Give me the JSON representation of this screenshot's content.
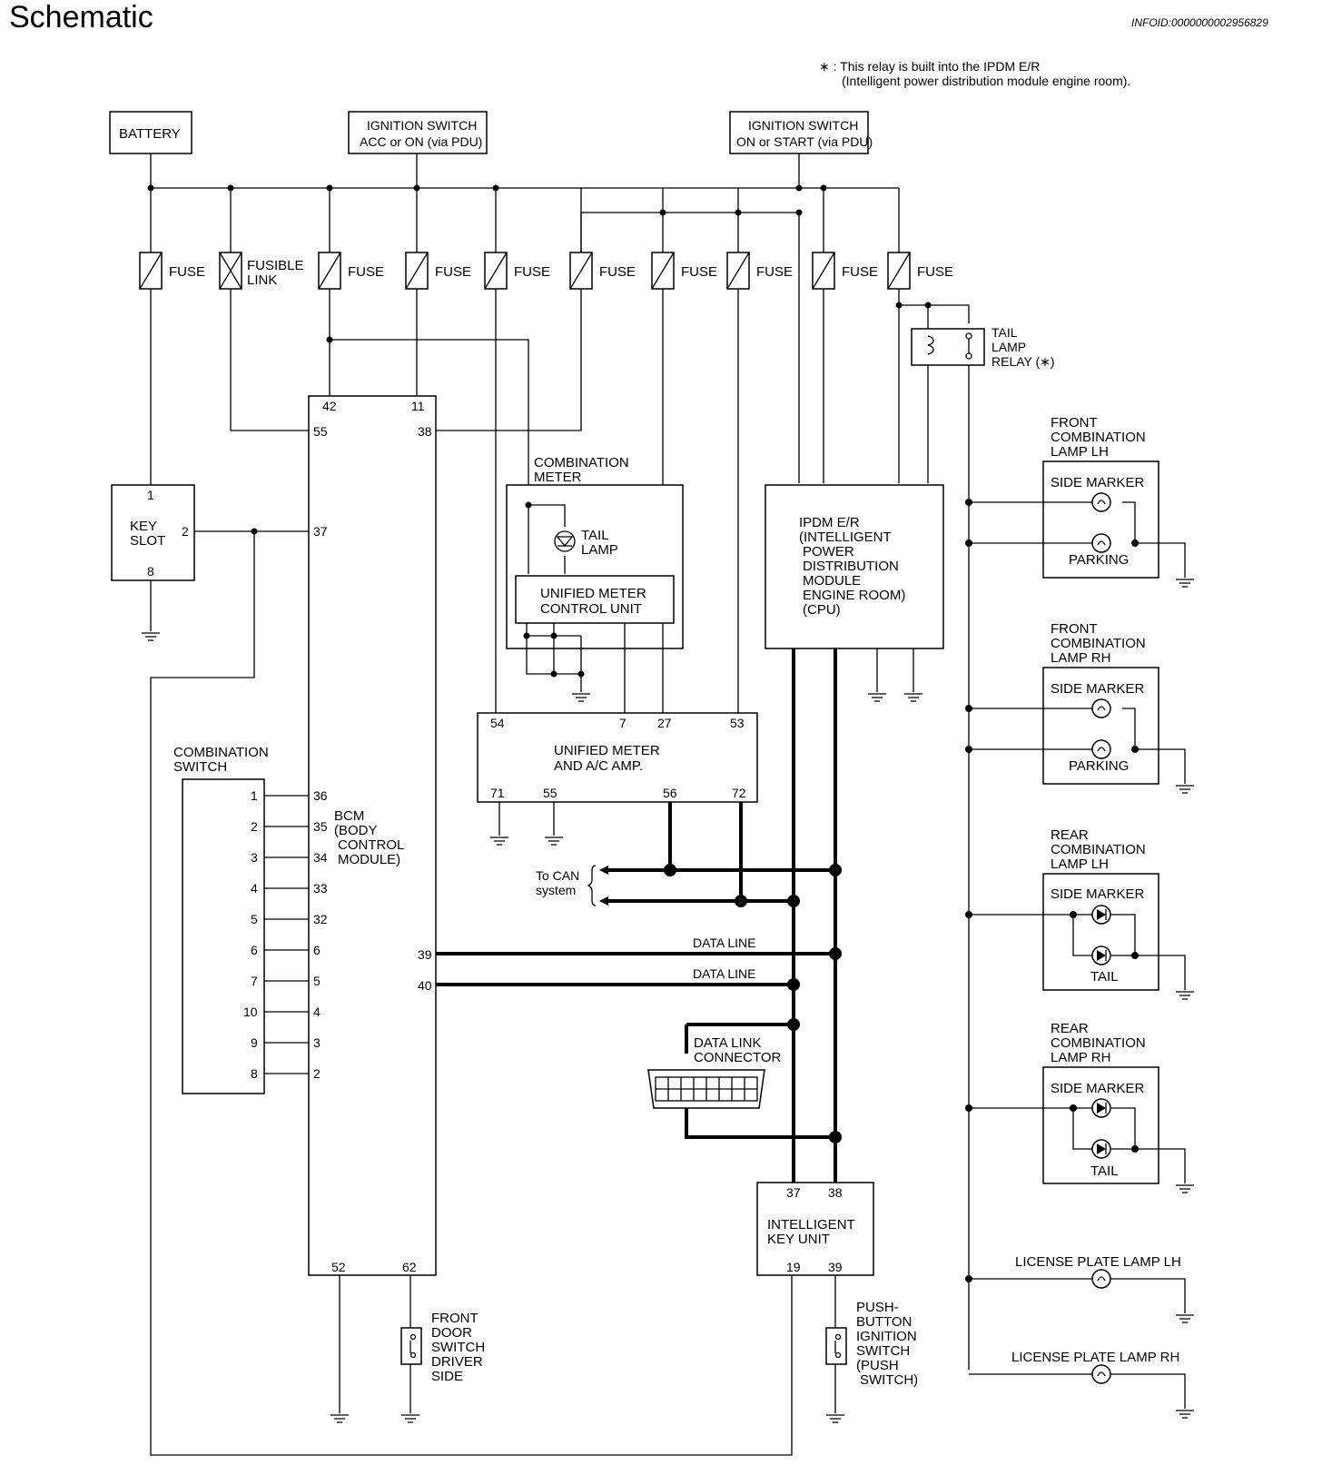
{
  "header": {
    "title": "Schematic",
    "infoid": "INFOID:0000000002956829"
  },
  "note": {
    "line1": "∗ : This relay is built into the IPDM E/R",
    "line2": "(Intelligent power distribution module engine room)."
  },
  "sources": {
    "battery": "BATTERY",
    "ign_acc_1": "IGNITION SWITCH",
    "ign_acc_2": "ACC or ON (via PDU)",
    "ign_start_1": "IGNITION SWITCH",
    "ign_start_2": "ON or START (via PDU)"
  },
  "fuses": {
    "fuse": "FUSE",
    "fusible_1": "FUSIBLE",
    "fusible_2": "LINK"
  },
  "relay": {
    "l1": "TAIL",
    "l2": "LAMP",
    "l3": "RELAY (∗)"
  },
  "key_slot": {
    "l1": "KEY",
    "l2": "SLOT",
    "pin1": "1",
    "pin2": "2",
    "pin8": "8"
  },
  "bcm": {
    "l1": "BCM",
    "l2": "(BODY",
    "l3": "CONTROL",
    "l4": "MODULE)",
    "pins_top": [
      "42",
      "11"
    ],
    "pin55": "55",
    "pin38": "38",
    "pin37": "37",
    "pins_left": [
      "36",
      "35",
      "34",
      "33",
      "32",
      "6",
      "5",
      "4",
      "3",
      "2"
    ],
    "pin39": "39",
    "pin40": "40",
    "pins_bottom": [
      "52",
      "62"
    ]
  },
  "combination_switch": {
    "l1": "COMBINATION",
    "l2": "SWITCH",
    "pins": [
      "1",
      "2",
      "3",
      "4",
      "5",
      "6",
      "7",
      "10",
      "9",
      "8"
    ]
  },
  "combination_meter": {
    "l1": "COMBINATION",
    "l2": "METER",
    "tail1": "TAIL",
    "tail2": "LAMP",
    "umcu1": "UNIFIED METER",
    "umcu2": "CONTROL UNIT"
  },
  "amp": {
    "l1": "UNIFIED METER",
    "l2": "AND A/C AMP.",
    "pins_top": [
      "54",
      "7",
      "27",
      "53"
    ],
    "pins_bottom": [
      "71",
      "55",
      "56",
      "72"
    ]
  },
  "can": {
    "l1": "To CAN",
    "l2": "system"
  },
  "data_line": {
    "l1": "DATA LINE",
    "l2": "DATA LINE"
  },
  "dlc": {
    "l1": "DATA LINK",
    "l2": "CONNECTOR"
  },
  "ipdm": {
    "l1": "IPDM E/R",
    "l2": "(INTELLIGENT",
    "l3": "POWER",
    "l4": "DISTRIBUTION",
    "l5": "MODULE",
    "l6": "ENGINE ROOM)",
    "l7": "(CPU)"
  },
  "iku": {
    "l1": "INTELLIGENT",
    "l2": "KEY UNIT",
    "pins_top": [
      "37",
      "38"
    ],
    "pins_bottom": [
      "19",
      "39"
    ]
  },
  "door_switch": {
    "l1": "FRONT",
    "l2": "DOOR",
    "l3": "SWITCH",
    "l4": "DRIVER",
    "l5": "SIDE"
  },
  "push_switch": {
    "l1": "PUSH-",
    "l2": "BUTTON",
    "l3": "IGNITION",
    "l4": "SWITCH",
    "l5": "(PUSH",
    "l6": "SWITCH)"
  },
  "lamps": {
    "flh": {
      "l1": "FRONT",
      "l2": "COMBINATION",
      "l3": "LAMP LH",
      "a": "SIDE MARKER",
      "b": "PARKING"
    },
    "frh": {
      "l1": "FRONT",
      "l2": "COMBINATION",
      "l3": "LAMP RH",
      "a": "SIDE MARKER",
      "b": "PARKING"
    },
    "rlh": {
      "l1": "REAR",
      "l2": "COMBINATION",
      "l3": "LAMP LH",
      "a": "SIDE MARKER",
      "b": "TAIL"
    },
    "rrh": {
      "l1": "REAR",
      "l2": "COMBINATION",
      "l3": "LAMP RH",
      "a": "SIDE MARKER",
      "b": "TAIL"
    },
    "plh": "LICENSE PLATE LAMP LH",
    "prh": "LICENSE PLATE LAMP RH"
  }
}
